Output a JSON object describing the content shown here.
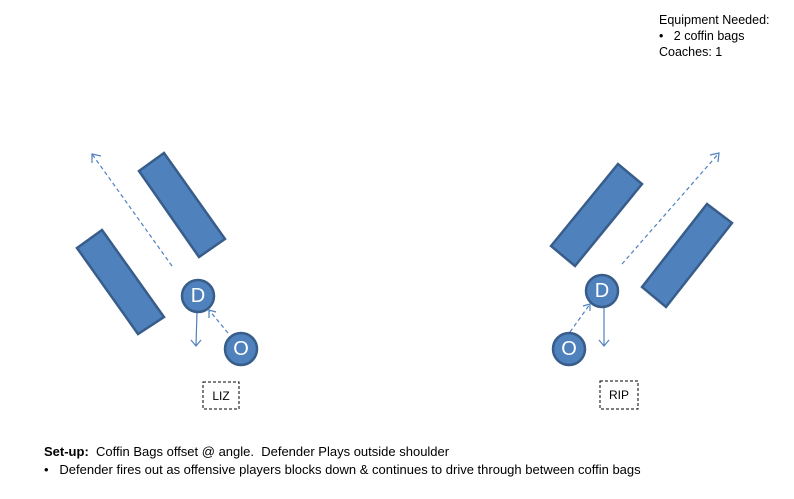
{
  "equipment": {
    "title": "Equipment Needed:",
    "items": [
      "2 coffin bags"
    ],
    "coaches": "Coaches:  1"
  },
  "drills": [
    {
      "label": "LIZ",
      "defender": "D",
      "offense": "O"
    },
    {
      "label": "RIP",
      "defender": "D",
      "offense": "O"
    }
  ],
  "setup": {
    "heading": "Set-up:",
    "text": "  Coffin Bags offset @ angle.  Defender Plays outside shoulder",
    "bullets": [
      "Defender fires out as offensive players blocks down & continues to drive through between coffin bags"
    ]
  },
  "colors": {
    "fill": "#4f81bd",
    "stroke": "#385d8a"
  }
}
